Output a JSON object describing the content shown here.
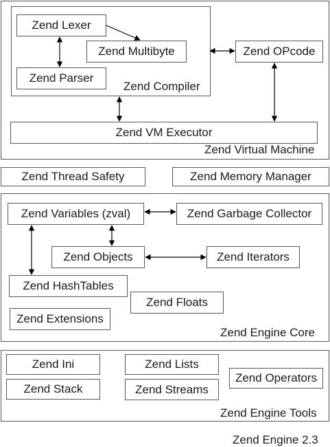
{
  "diagram": {
    "groups": {
      "virtual_machine": "Zend Virtual Machine",
      "compiler": "Zend Compiler",
      "engine_core": "Zend Engine Core",
      "engine_tools": "Zend Engine Tools"
    },
    "components": {
      "lexer": "Zend Lexer",
      "multibyte": "Zend Multibyte",
      "parser": "Zend Parser",
      "opcode": "Zend OPcode",
      "vm_executor": "Zend VM Executor",
      "thread_safety": "Zend Thread Safety",
      "memory_manager": "Zend Memory Manager",
      "variables": "Zend Variables (zval)",
      "garbage_collector": "Zend Garbage Collector",
      "objects": "Zend Objects",
      "iterators": "Zend Iterators",
      "hashtables": "Zend HashTables",
      "floats": "Zend Floats",
      "extensions": "Zend Extensions",
      "ini": "Zend Ini",
      "lists": "Zend Lists",
      "operators": "Zend Operators",
      "stack": "Zend Stack",
      "streams": "Zend Streams"
    },
    "caption": "Zend Engine 2.3"
  }
}
